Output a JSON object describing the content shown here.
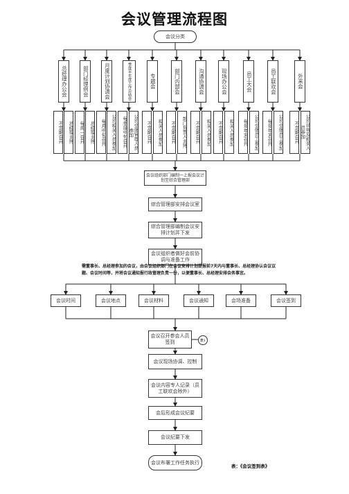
{
  "title": "会议管理流程图",
  "root": "会议分类",
  "categories": [
    {
      "label": "总经理办公会",
      "leaves": [
        "不定期召开",
        "总经理主持"
      ]
    },
    {
      "label": "部门经理例会",
      "leaves": [
        "每周一召开",
        "总经理主持"
      ]
    },
    {
      "label": "月度计划协调会",
      "leaves": [
        "每月中旬召开",
        "公司相关人员参加"
      ]
    },
    {
      "label": "季度半年度工作总结会",
      "leaves": [
        "每季度中旬召开",
        "公司全体管理人员参加"
      ]
    },
    {
      "label": "专题会",
      "leaves": [
        "不定期召开",
        "相关人员参加"
      ]
    },
    {
      "label": "部门内部会",
      "leaves": [
        "不定期召开",
        "部门负责人主持"
      ]
    },
    {
      "label": "沟通协调会",
      "leaves": [
        "不定期召开",
        "相关人员参加"
      ]
    },
    {
      "label": "现场办公会",
      "leaves": [
        "不定期召开",
        "相关人员参加"
      ]
    },
    {
      "label": "员工大会",
      "leaves": [
        "每年年末召开",
        "公司全体员工参加"
      ]
    },
    {
      "label": "员工联欢会",
      "leaves": [
        "每年年末召开",
        "公司全体员工参加"
      ]
    },
    {
      "label": "外来会",
      "leaves": [
        "不定期召开",
        "公司领导及相关人员参加"
      ]
    }
  ],
  "flow": {
    "step1": "会议组织部门编制一上报会议计划至综合管理部",
    "step2": "综合管理部安排会议室",
    "step3": "综合管理部编制会议安排计划并下发",
    "step4": "会议组织者做好会前协调与准备工作"
  },
  "note": "需董事长、总经理参加的会议，由会议组织部门在会议安排计划提报前7天内与董事长、总经理协认会议议题、会议时间等，并将会议通知报行政管理负责一份，以便董事长、总经理安排会务事宜。",
  "prep_items": [
    "会议时间",
    "会议地点",
    "会议材料",
    "会议通知",
    "会场准备",
    "会议签到"
  ],
  "flow2": [
    "会议召开参会人员签到",
    "会议现场协调、控制",
    "会议内容专人记录（员工联欢会除外）",
    "会后形成会议纪要",
    "会议纪要下发",
    "会议布署工作任务执行"
  ],
  "circle_label": "表1",
  "side_note": "表：《会议签到表》"
}
